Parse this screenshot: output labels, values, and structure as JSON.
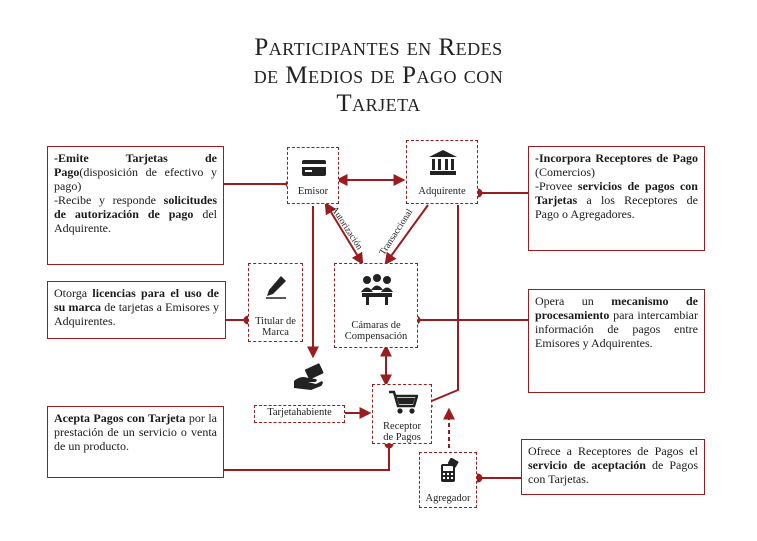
{
  "title": [
    "Participantes en Redes",
    "de Medios de Pago con",
    "Tarjeta"
  ],
  "colors": {
    "accent": "#9b1c1f",
    "text": "#1a1a1a"
  },
  "nodes": {
    "emisor": {
      "label": "Emisor",
      "icon": "card-icon"
    },
    "adquirente": {
      "label": "Adquirente",
      "icon": "bank-icon"
    },
    "titular": {
      "label_lines": [
        "Titular de",
        "Marca"
      ],
      "icon": "pen-icon"
    },
    "camaras": {
      "label_lines": [
        "Cámaras de",
        "Compensación"
      ],
      "icon": "meeting-icon"
    },
    "tarjetahabiente": {
      "label": "Tarjetahabiente",
      "icon": "hand-card-icon"
    },
    "receptor": {
      "label_lines": [
        "Receptor",
        "de Pagos"
      ],
      "icon": "cart-icon"
    },
    "agregador": {
      "label": "Agregador",
      "icon": "terminal-icon"
    }
  },
  "arrow_labels": {
    "autorizacion": "Autorización",
    "transaccional": "Transaccional"
  },
  "boxes": {
    "emisor_desc": [
      {
        "b": "-Emite Tarjetas de Pago"
      },
      {
        "t": "(disposición de efectivo y pago)"
      },
      {
        "t": "-Recibe y responde "
      },
      {
        "b": "solicitudes de autorización de pago"
      },
      {
        "t": " del Adquirente."
      }
    ],
    "adquirente_desc": [
      {
        "b": "-Incorpora Receptores de Pago"
      },
      {
        "t": " (Comercios)"
      },
      {
        "t": "-Provee "
      },
      {
        "b": "servicios de pagos con Tarjetas"
      },
      {
        "t": " a los Receptores de Pago o Agregadores."
      }
    ],
    "titular_desc": [
      {
        "t": "Otorga "
      },
      {
        "b": "licencias para el uso de su marca"
      },
      {
        "t": " de tarjetas a Emisores y Adquirentes."
      }
    ],
    "camaras_desc": [
      {
        "t": "Opera un "
      },
      {
        "b": "mecanismo de procesamiento"
      },
      {
        "t": " para intercambiar información de pagos entre Emisores y Adquirentes."
      }
    ],
    "receptor_desc": [
      {
        "b": "Acepta Pagos con Tarjeta"
      },
      {
        "t": " por la prestación de un servicio o venta de un producto."
      }
    ],
    "agregador_desc": [
      {
        "t": "Ofrece a Receptores de Pagos el "
      },
      {
        "b": "servicio de aceptación"
      },
      {
        "t": " de Pagos con Tarjetas."
      }
    ]
  }
}
